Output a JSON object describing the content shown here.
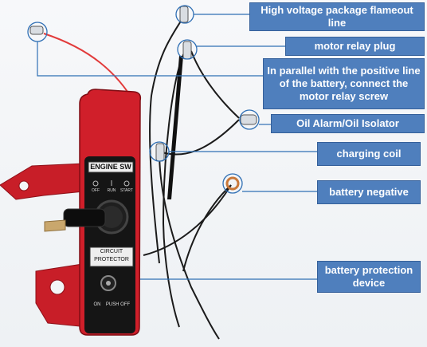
{
  "labels": {
    "high_voltage": "High voltage package flameout line",
    "motor_relay_plug": "motor relay plug",
    "parallel_positive": "In parallel with the positive line of the battery, connect the motor relay screw",
    "oil_alarm": "Oil Alarm/Oil Isolator",
    "charging_coil": "charging coil",
    "battery_negative": "battery negative",
    "battery_protection": "battery protection device"
  },
  "panel": {
    "engine_sw": "ENGINE SW",
    "off": "OFF",
    "run": "RUN",
    "start": "START",
    "circuit_protector_1": "CIRCUIT",
    "circuit_protector_2": "PROTECTOR",
    "on": "ON",
    "push_off": "PUSH OFF"
  },
  "colors": {
    "label_bg": "#4f7fbd",
    "panel_red": "#d01f2a",
    "panel_black": "#151515"
  }
}
